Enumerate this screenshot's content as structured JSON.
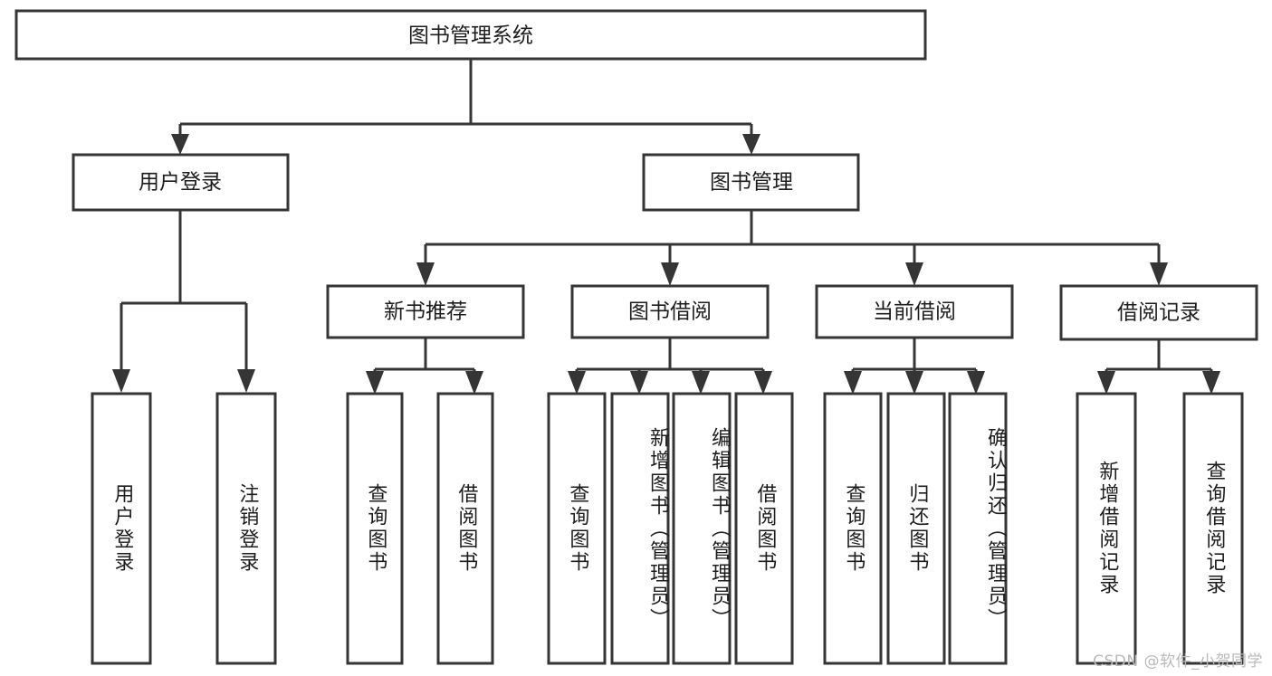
{
  "diagram": {
    "title_node": {
      "label": "图书管理系统"
    },
    "level2": [
      {
        "id": "user-login",
        "label": "用户登录"
      },
      {
        "id": "book-manage",
        "label": "图书管理"
      }
    ],
    "level3": [
      {
        "id": "new-book-recommend",
        "label": "新书推荐"
      },
      {
        "id": "book-borrow",
        "label": "图书借阅"
      },
      {
        "id": "current-borrow",
        "label": "当前借阅"
      },
      {
        "id": "borrow-record",
        "label": "借阅记录"
      }
    ],
    "leaves": {
      "user-login": [
        {
          "id": "leaf-user-login",
          "label": "用户登录"
        },
        {
          "id": "leaf-logout-login",
          "label": "注销登录"
        }
      ],
      "new-book-recommend": [
        {
          "id": "leaf-query-book-1",
          "label": "查询图书"
        },
        {
          "id": "leaf-borrow-book-1",
          "label": "借阅图书"
        }
      ],
      "book-borrow": [
        {
          "id": "leaf-query-book-2",
          "label": "查询图书"
        },
        {
          "id": "leaf-add-book",
          "label": "新增图书（管理员）"
        },
        {
          "id": "leaf-edit-book",
          "label": "编辑图书（管理员）"
        },
        {
          "id": "leaf-borrow-book-2",
          "label": "借阅图书"
        }
      ],
      "current-borrow": [
        {
          "id": "leaf-query-book-3",
          "label": "查询图书"
        },
        {
          "id": "leaf-return-book",
          "label": "归还图书"
        },
        {
          "id": "leaf-confirm-return",
          "label": "确认归还（管理员）"
        }
      ],
      "borrow-record": [
        {
          "id": "leaf-add-record",
          "label": "新增借阅记录"
        },
        {
          "id": "leaf-query-record",
          "label": "查询借阅记录"
        }
      ]
    }
  },
  "watermark": {
    "text": "CSDN @软件_小贺同学"
  },
  "colors": {
    "box_stroke": "#353535",
    "box_fill": "#ffffff",
    "text": "#1d1d1d",
    "watermark": "#b9b9b9"
  }
}
